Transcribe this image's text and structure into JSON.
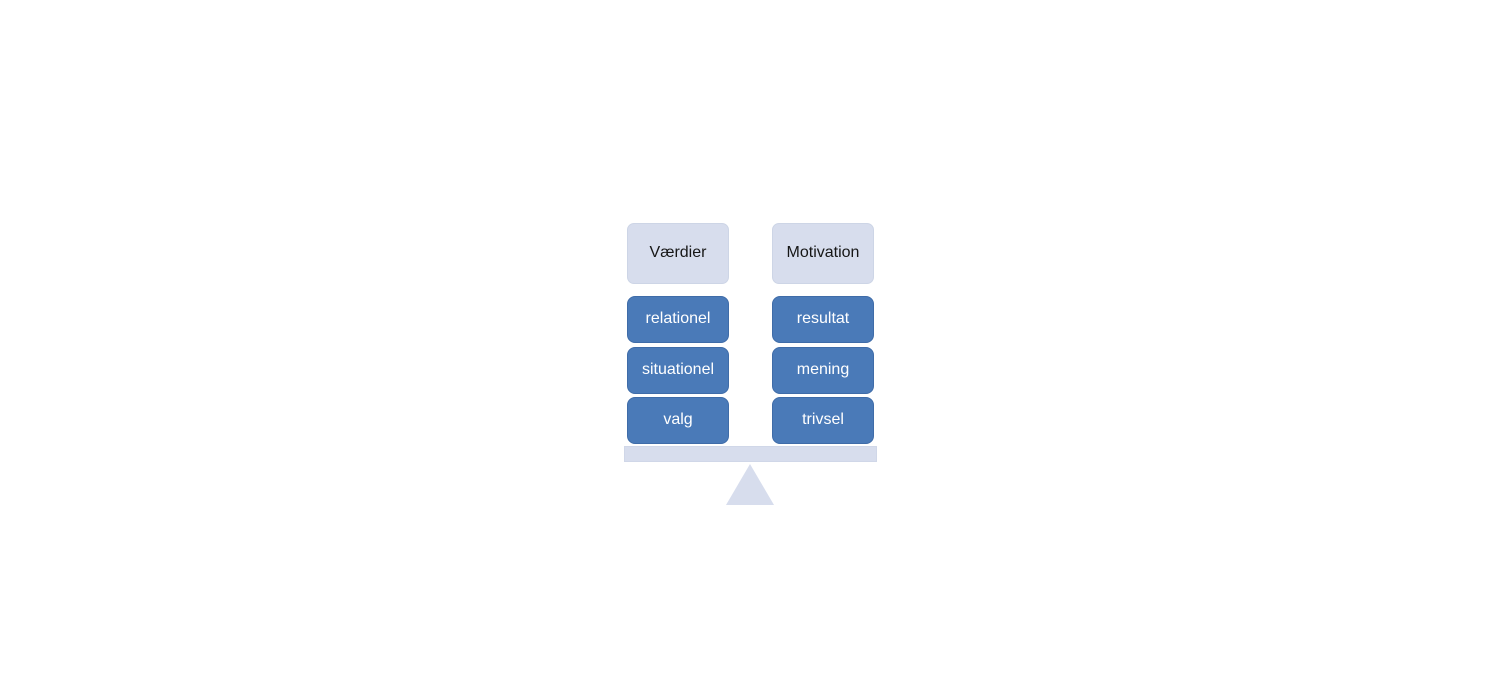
{
  "diagram": {
    "type": "balance-scale",
    "background_color": "#ffffff",
    "palette": {
      "header_fill": "#d7dded",
      "header_border": "#cdd5e6",
      "header_text": "#161616",
      "item_fill": "#4a7ab8",
      "item_border": "#3f6ca8",
      "item_text": "#ffffff",
      "bar_fill": "#d7dded",
      "fulcrum_fill": "#d7dded"
    },
    "columns": [
      {
        "id": "left",
        "header": "Værdier",
        "items": [
          "relationel",
          "situationel",
          "valg"
        ]
      },
      {
        "id": "right",
        "header": "Motivation",
        "items": [
          "resultat",
          "mening",
          "trivsel"
        ]
      }
    ],
    "fulcrum": {
      "bar_label": "",
      "triangle_label": ""
    }
  }
}
